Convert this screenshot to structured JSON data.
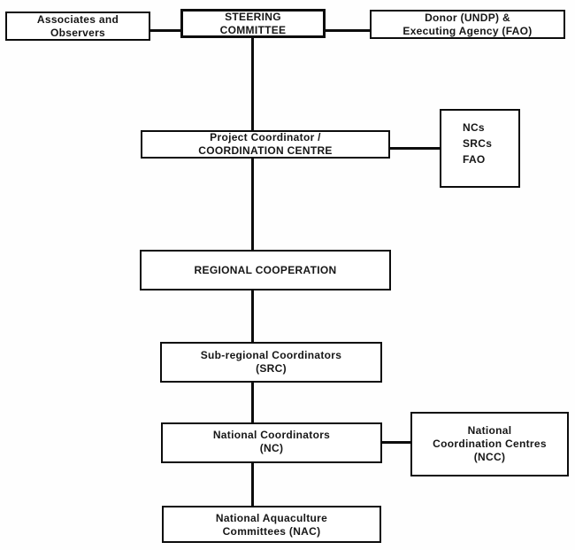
{
  "diagram": {
    "type": "organization-flowchart",
    "colors": {
      "line": "#0c0c0c",
      "box_border": "#0c0c0c",
      "box_fill": "#ffffff",
      "text": "#161616",
      "background": "#fefefe"
    },
    "boxes": {
      "associates": {
        "lines": [
          "Associates and",
          "Observers"
        ]
      },
      "steering": {
        "lines": [
          "STEERING",
          "COMMITTEE"
        ]
      },
      "donor": {
        "lines": [
          "Donor (UNDP) &",
          "Executing Agency (FAO)"
        ]
      },
      "project": {
        "lines": [
          "Project Coordinator /",
          "COORDINATION CENTRE"
        ]
      },
      "ncs_srcs_fao": {
        "lines": [
          "NCs",
          "SRCs",
          "FAO"
        ]
      },
      "regional": {
        "lines": [
          "REGIONAL COOPERATION"
        ]
      },
      "src": {
        "lines": [
          "Sub-regional Coordinators",
          "(SRC)"
        ]
      },
      "nc": {
        "lines": [
          "National Coordinators",
          "(NC)"
        ]
      },
      "ncc": {
        "lines": [
          "National",
          "Coordination Centres",
          "(NCC)"
        ]
      },
      "nac": {
        "lines": [
          "National Aquaculture",
          "Committees (NAC)"
        ]
      }
    }
  }
}
